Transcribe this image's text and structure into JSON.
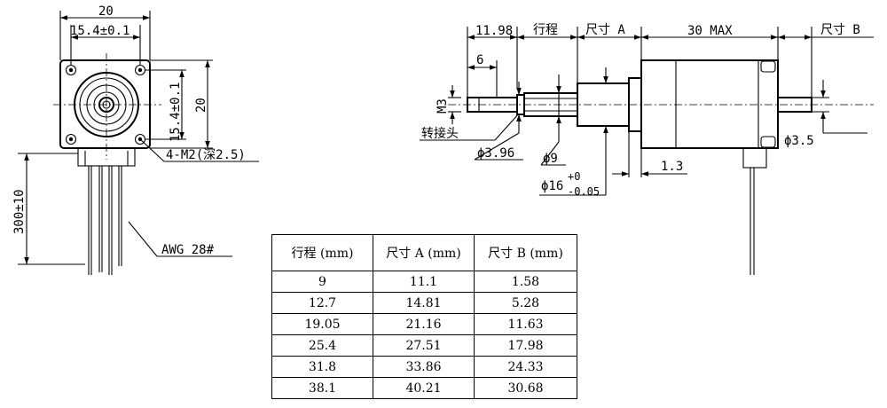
{
  "front_view": {
    "dim_overall_width": "20",
    "dim_hole_spacing_h": "15.4±0.1",
    "dim_hole_spacing_v": "15.4±0.1",
    "dim_overall_height": "20",
    "hole_callout": "4-M2(深2.5)",
    "lead_length": "300±10",
    "wire_gauge": "AWG 28#"
  },
  "side_view": {
    "dim_shaft_end": "11.98",
    "dim_stroke": "行程",
    "dim_size_a": "尺寸 A",
    "dim_body": "30 MAX",
    "dim_size_b": "尺寸 B",
    "dim_thread_len": "6",
    "thread_spec": "M3",
    "adapter_label": "转接头",
    "dia_adapter": "ϕ3.96",
    "dia_shaft": "ϕ9",
    "dia_boss": "ϕ16",
    "boss_tol_upper": "+0",
    "boss_tol_lower": "-0.05",
    "dim_flange": "1.3",
    "dia_rear_shaft": "ϕ3.5"
  },
  "table": {
    "headers": [
      "行程 (mm)",
      "尺寸 A (mm)",
      "尺寸 B (mm)"
    ],
    "rows": [
      [
        "9",
        "11.1",
        "1.58"
      ],
      [
        "12.7",
        "14.81",
        "5.28"
      ],
      [
        "19.05",
        "21.16",
        "11.63"
      ],
      [
        "25.4",
        "27.51",
        "17.98"
      ],
      [
        "31.8",
        "33.86",
        "24.33"
      ],
      [
        "38.1",
        "40.21",
        "30.68"
      ]
    ]
  }
}
